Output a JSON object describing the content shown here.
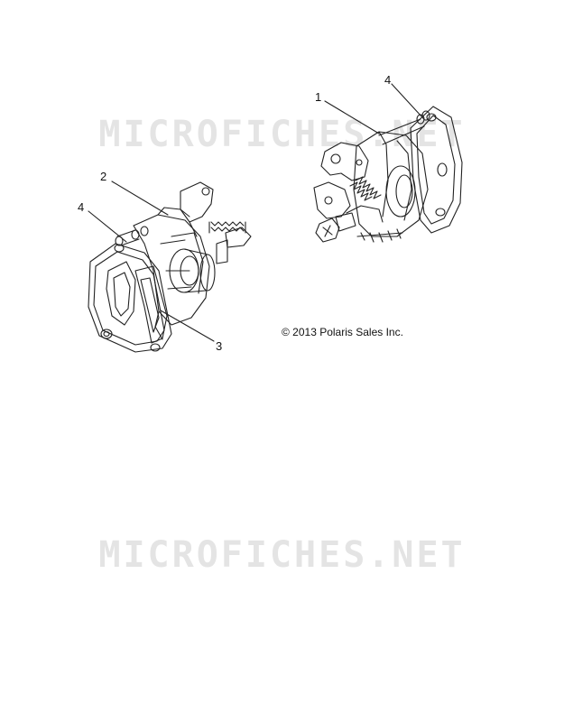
{
  "watermark": "MICROFICHES.NET",
  "copyright": "© 2013 Polaris Sales Inc.",
  "callouts": {
    "c1": "1",
    "c2": "2",
    "c3": "3",
    "c4_left": "4",
    "c4_right": "4"
  },
  "colors": {
    "line": "#222222",
    "watermark": "#e4e4e4"
  }
}
